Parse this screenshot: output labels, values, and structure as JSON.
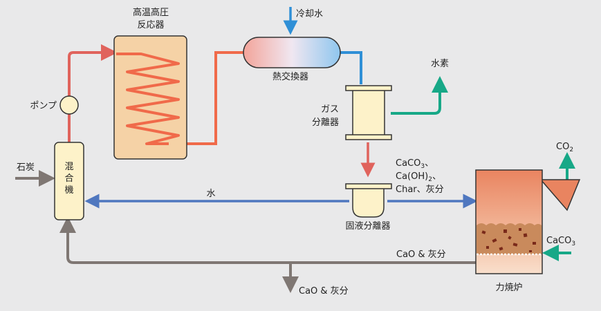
{
  "labels": {
    "reactor": [
      "高温高圧",
      "反応器"
    ],
    "heat_exchanger": "熱交換器",
    "coolant": "冷却水",
    "pump": "ポンプ",
    "coal": "石炭",
    "mixer": [
      "混",
      "合",
      "機"
    ],
    "gas_separator": [
      "ガス",
      "分離器"
    ],
    "hydrogen": "水素",
    "water": "水",
    "solid_liquid_separator": "固液分離器",
    "solids_stream": {
      "line1_a": "CaCO",
      "line1_sub": "3",
      "line1_b": "、",
      "line2_a": "Ca(OH)",
      "line2_sub": "2",
      "line2_b": "、",
      "line3": "Char、灰分"
    },
    "co2": {
      "main": "CO",
      "sub": "2"
    },
    "caco3_in": {
      "main": "CaCO",
      "sub": "3"
    },
    "cao_ash_return": "CaO & 灰分",
    "cao_ash_out": "CaO & 灰分",
    "calciner": "力焼炉"
  },
  "colors": {
    "background": "#e9e9ea",
    "hot_pipe": "#e0635c",
    "cold_pipe": "#2f8fd6",
    "water_line": "#4f77bf",
    "gray_line": "#7f7773",
    "teal_line": "#17a887",
    "coil": "#f06a4a",
    "reactor_fill": "#f5d2a6",
    "vessel_fill": "#fdf2c9",
    "calciner_top": "#e98460",
    "calciner_bottom": "#f9dfcc"
  }
}
